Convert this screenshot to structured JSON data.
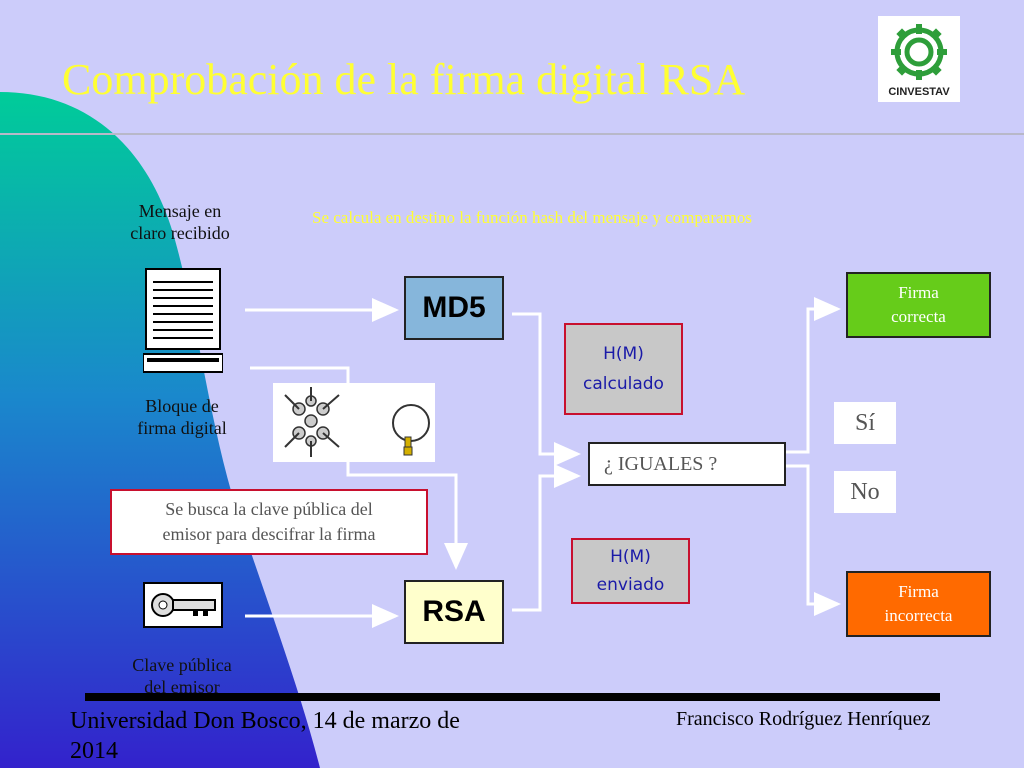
{
  "slide": {
    "title": "Comprobación de la firma digital RSA",
    "logo_text": "CINVESTAV",
    "top_note": "Se calcula en destino la función hash del mensaje y comparamos"
  },
  "labels": {
    "mensaje_line1": "Mensaje en",
    "mensaje_line2": "claro recibido",
    "bloque_line1": "Bloque de",
    "bloque_line2": "firma digital",
    "clave_line1": "Clave pública",
    "clave_line2": "del emisor"
  },
  "boxes": {
    "md5": "MD5",
    "rsa": "RSA",
    "hm_calc_line1": "H(M)",
    "hm_calc_line2": "calculado",
    "hm_sent_line1": "H(M)",
    "hm_sent_line2": "enviado",
    "iguales": "¿ IGUALES ?",
    "si": "Sí",
    "no": "No",
    "firma_ok_line1": "Firma",
    "firma_ok_line2": "correcta",
    "firma_bad_line1": "Firma",
    "firma_bad_line2": "incorrecta",
    "busca_line1": "Se busca la clave pública del",
    "busca_line2": "emisor para descifrar la firma"
  },
  "footer": {
    "left": "Universidad Don Bosco, 14 de marzo de 2014",
    "right": "Francisco Rodríguez Henríquez"
  },
  "colors": {
    "background": "#ccccfa",
    "title": "#ffff33",
    "md5_fill": "#86b6db",
    "rsa_fill": "#ffffcc",
    "ok_fill": "#66cc1a",
    "bad_fill": "#ff6a00",
    "hm_border": "#c8102e",
    "arrow": "#ffffff"
  },
  "icons": [
    "cinvestav-logo",
    "document-icon",
    "keyring-icon",
    "key-icon"
  ]
}
